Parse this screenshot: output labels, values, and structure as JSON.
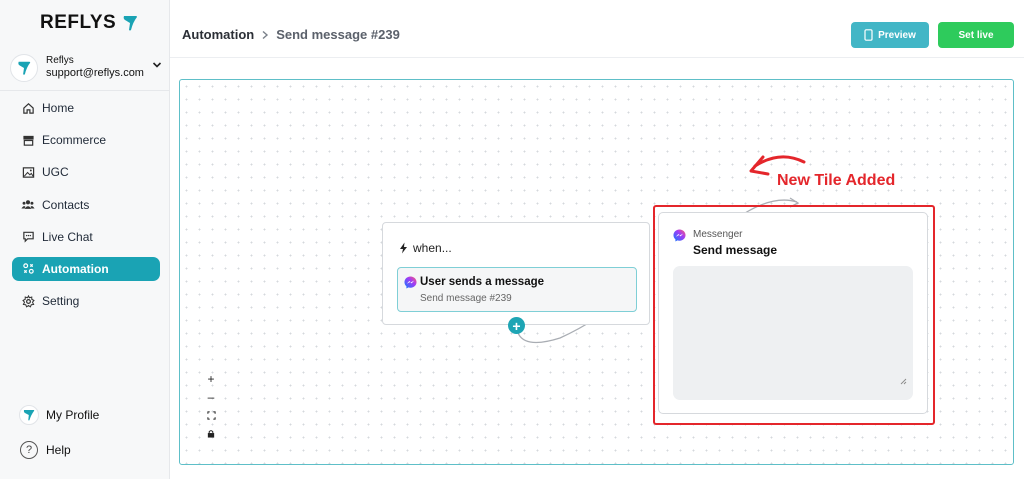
{
  "brand": {
    "logo_text": "REFLYS"
  },
  "account": {
    "name": "Reflys",
    "email": "support@reflys.com"
  },
  "sidebar": {
    "items": [
      {
        "label": "Home",
        "icon": "home-icon"
      },
      {
        "label": "Ecommerce",
        "icon": "store-icon"
      },
      {
        "label": "UGC",
        "icon": "image-icon"
      },
      {
        "label": "Contacts",
        "icon": "users-icon"
      },
      {
        "label": "Live Chat",
        "icon": "chat-icon"
      },
      {
        "label": "Automation",
        "icon": "automation-icon",
        "active": true
      },
      {
        "label": "Setting",
        "icon": "gear-icon"
      }
    ],
    "bottom": [
      {
        "label": "My Profile",
        "icon": "profile-logo-icon"
      },
      {
        "label": "Help",
        "icon": "help-icon"
      }
    ]
  },
  "header": {
    "breadcrumb_root": "Automation",
    "breadcrumb_current": "Send message #239",
    "preview_label": "Preview",
    "set_live_label": "Set live"
  },
  "canvas": {
    "zoom_in": "+",
    "zoom_out": "–",
    "when_card": {
      "title": "when...",
      "trigger_title": "User sends a message",
      "trigger_subtitle": "Send message #239"
    },
    "message_card": {
      "channel": "Messenger",
      "title": "Send message"
    },
    "annotation": "New Tile Added"
  },
  "colors": {
    "accent": "#1aa3b4",
    "preview_button": "#42b6c6",
    "live_button": "#2ecb5c",
    "annotation_red": "#e4262b"
  }
}
